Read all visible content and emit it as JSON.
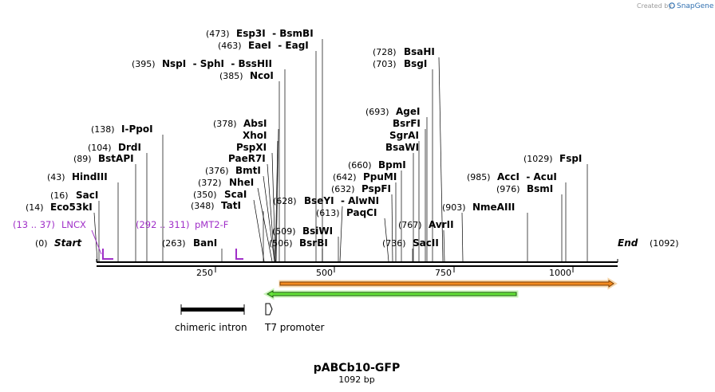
{
  "credit": {
    "created_by": "Created by",
    "brand": "SnapGene"
  },
  "title": "pABCb10-GFP",
  "length_label": "1092 bp",
  "ends": {
    "start_pos": "(0)",
    "start": "Start",
    "end": "End",
    "end_pos": "(1092)"
  },
  "ticks": [
    "250",
    "500",
    "750",
    "1000"
  ],
  "primers": [
    {
      "range": "(13 .. 37)",
      "name": "LNCX"
    },
    {
      "range": "(292 .. 311)",
      "name": "pMT2-F"
    }
  ],
  "features": [
    {
      "name": "chimeric intron"
    },
    {
      "name": "T7 promoter"
    }
  ],
  "sites": [
    {
      "pos": "(14)",
      "names": "Eco53kI"
    },
    {
      "pos": "(16)",
      "names": "SacI"
    },
    {
      "pos": "(43)",
      "names": "HindIII"
    },
    {
      "pos": "(89)",
      "names": "BstAPI"
    },
    {
      "pos": "(104)",
      "names": "DrdI"
    },
    {
      "pos": "(138)",
      "names": "I-PpoI"
    },
    {
      "pos": "(263)",
      "names": "BanI"
    },
    {
      "pos": "(348)",
      "names": "TatI"
    },
    {
      "pos": "(350)",
      "names": "ScaI"
    },
    {
      "pos": "(372)",
      "names": "NheI"
    },
    {
      "pos": "(376)",
      "names": "BmtI"
    },
    {
      "pos": "",
      "names": "PaeR7I"
    },
    {
      "pos": "",
      "names": "PspXI"
    },
    {
      "pos": "",
      "names": "XhoI"
    },
    {
      "pos": "(378)",
      "names": "AbsI"
    },
    {
      "pos": "(385)",
      "names": "NcoI"
    },
    {
      "pos": "(395)",
      "names": "NspI  - SphI  - BssHII"
    },
    {
      "pos": "(463)",
      "names": "EaeI  - EagI"
    },
    {
      "pos": "(473)",
      "names": "Esp3I  - BsmBI"
    },
    {
      "pos": "(506)",
      "names": "BsrBI"
    },
    {
      "pos": "(509)",
      "names": "BsiWI"
    },
    {
      "pos": "(628)",
      "names": "BseYI  - AlwNI"
    },
    {
      "pos": "(613)",
      "names": "PaqCI"
    },
    {
      "pos": "(632)",
      "names": "PspFI"
    },
    {
      "pos": "(642)",
      "names": "PpuMI"
    },
    {
      "pos": "(660)",
      "names": "BpmI"
    },
    {
      "pos": "",
      "names": "BsaWI"
    },
    {
      "pos": "",
      "names": "SgrAI"
    },
    {
      "pos": "",
      "names": "BsrFI"
    },
    {
      "pos": "(693)",
      "names": "AgeI"
    },
    {
      "pos": "(703)",
      "names": "BsgI"
    },
    {
      "pos": "(728)",
      "names": "BsaHI"
    },
    {
      "pos": "(736)",
      "names": "SacII"
    },
    {
      "pos": "(767)",
      "names": "AvrII"
    },
    {
      "pos": "(903)",
      "names": "NmeAIII"
    },
    {
      "pos": "(976)",
      "names": "BsmI"
    },
    {
      "pos": "(985)",
      "names": "AccI  - AcuI"
    },
    {
      "pos": "(1029)",
      "names": "FspI"
    }
  ],
  "colors": {
    "orf_fill": "#f28a1f",
    "orf_stroke": "#7a3b00",
    "gfp_fill": "#66e33a",
    "gfp_stroke": "#1a5c0c",
    "primer": "#a02fc8"
  }
}
